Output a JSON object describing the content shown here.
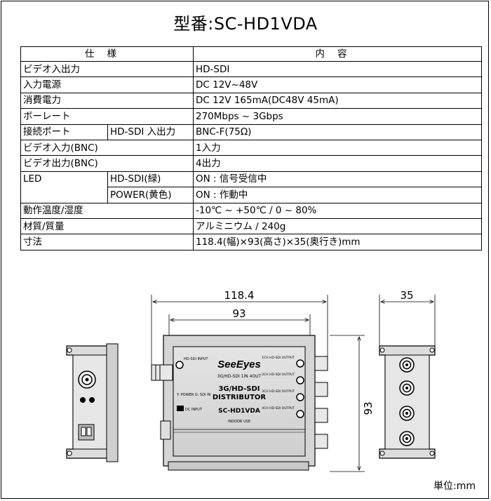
{
  "title": "型番:SC-HD1VDA",
  "table": {
    "header_left": "仕様",
    "header_right": "内容",
    "rows": [
      {
        "label": "ビデオ入出力",
        "value": "HD-SDI"
      },
      {
        "label": "入力電源",
        "value": "DC 12V~48V"
      },
      {
        "label": "消費電力",
        "value": "DC 12V 165mA(DC48V 45mA)"
      },
      {
        "label": "ボーレート",
        "value": "270Mbps ~ 3Gbps"
      },
      {
        "label": "接続ポート",
        "sub": "HD-SDI 入出力",
        "value": "BNC-F(75Ω)"
      },
      {
        "label": "ビデオ入力(BNC)",
        "value": "1入力"
      },
      {
        "label": "ビデオ出力(BNC)",
        "value": "4出力"
      },
      {
        "label": "LED",
        "sub": "HD-SDI(緑)",
        "value": "ON : 信号受信中"
      },
      {
        "sub": "POWER(黄色)",
        "value": "ON : 作動中"
      },
      {
        "label": "動作温度/湿度",
        "value": "-10℃ ~ +50℃ / 0 ~ 80%"
      },
      {
        "label": "材質/質量",
        "value": "アルミニウム / 240g"
      },
      {
        "label": "寸法",
        "value": "118.4(幅)×93(高さ)×35(奥行き)mm"
      }
    ]
  },
  "drawing": {
    "dim_width_total": "118.4",
    "dim_width_body": "93",
    "dim_depth": "35",
    "dim_height": "93",
    "brand": "SeeEyes",
    "subtitle": "3G/HD-SDI 1IN 4OUT",
    "product_line1": "3G/HD-SDI",
    "product_line2": "DISTRIBUTOR",
    "model": "SC-HD1VDA",
    "indoor": "INDOOR USE",
    "input_label": "HD-SDI INPUT",
    "led_label": "Y: POWER G: SDI IN",
    "dc_label": "DC INPUT",
    "outputs": [
      "1CH HD-SDI OUTPUT",
      "2CH HD-SDI OUTPUT",
      "3CH HD-SDI OUTPUT",
      "4CH HD-SDI OUTPUT"
    ]
  },
  "unit_label": "単位:mm"
}
